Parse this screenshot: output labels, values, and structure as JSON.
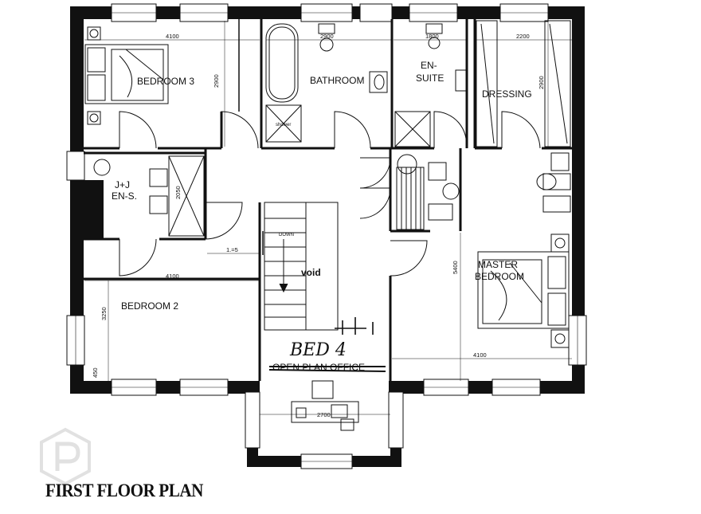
{
  "title": "FIRST FLOOR PLAN",
  "rooms": {
    "bedroom3": "BEDROOM 3",
    "bathroom": "BATHROOM",
    "ensuite_line1": "EN-",
    "ensuite_line2": "SUITE",
    "dressing": "DRESSING",
    "jj_line1": "J+J",
    "jj_line2": "EN-S.",
    "master_line1": "MASTER",
    "master_line2": "BEDROOM",
    "bedroom2": "BEDROOM 2",
    "void": "void",
    "struck_label": "OPEN PLAN OFFICE",
    "handwritten": "BED 4"
  },
  "labels": {
    "shower": "shower",
    "down": "DOWN"
  },
  "dimensions": {
    "bed3_width": "4100",
    "bed3_height": "2900",
    "bath_width": "2900",
    "ensuite_width": "1800",
    "dressing_width": "2200",
    "dressing_height": "2900",
    "jj_height": "2050",
    "bed2_width": "4100",
    "bed2_height": "3250",
    "bed2_lower": "450",
    "master_height": "5400",
    "master_width": "4100",
    "office_width": "2700",
    "landing_level": "1.=5"
  },
  "colors": {
    "ink": "#111111",
    "paper": "#ffffff",
    "watermark": "#c9c9c9"
  }
}
